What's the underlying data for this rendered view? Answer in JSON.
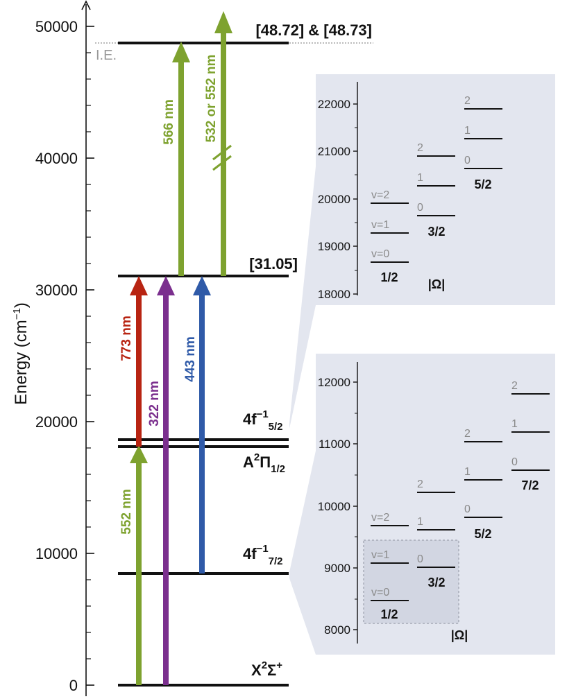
{
  "axis": {
    "title": "Energy (cm",
    "title_sup": "−1",
    "title_end": ")",
    "ticks": [
      "0",
      "10000",
      "20000",
      "30000",
      "40000",
      "50000"
    ]
  },
  "levels": {
    "ground": {
      "main": "X",
      "sup": "2",
      "sym": "Σ",
      "sup2": "+"
    },
    "f72": {
      "main": "4f",
      "sup": "−1",
      "sub": "7/2"
    },
    "a_pi": {
      "main": "A",
      "sup": "2",
      "sym": "Π",
      "sub": "1/2"
    },
    "f52": {
      "main": "4f",
      "sup": "−1",
      "sub": "5/2"
    },
    "mid": {
      "text": "[31.05]"
    },
    "top": {
      "text": "[48.72] & [48.73]"
    },
    "ie": {
      "text": "I.E."
    }
  },
  "arrows": {
    "a552": {
      "label": "552 nm",
      "color": "#7ea22f"
    },
    "a322": {
      "label": "322 nm",
      "color": "#7b2f8e"
    },
    "a773": {
      "label": "773 nm",
      "color": "#b82412"
    },
    "a443": {
      "label": "443 nm",
      "color": "#2f5aa8"
    },
    "a566": {
      "label": "566 nm",
      "color": "#7ea22f"
    },
    "a532": {
      "label": "532 or 552 nm",
      "color": "#7ea22f"
    }
  },
  "inset_top": {
    "ticks": [
      "18000",
      "19000",
      "20000",
      "21000",
      "22000"
    ],
    "columns": [
      {
        "omega": "1/2",
        "v": [
          "v=0",
          "v=1",
          "v=2"
        ]
      },
      {
        "omega": "3/2",
        "v": [
          "0",
          "1",
          "2"
        ]
      },
      {
        "omega": "5/2",
        "v": [
          "0",
          "1",
          "2"
        ]
      }
    ],
    "omega_label": "|Ω|"
  },
  "inset_bottom": {
    "ticks": [
      "8000",
      "9000",
      "10000",
      "11000",
      "12000"
    ],
    "columns": [
      {
        "omega": "1/2",
        "v": [
          "v=0",
          "v=1",
          "v=2"
        ]
      },
      {
        "omega": "3/2",
        "v": [
          "0",
          "1",
          "2"
        ]
      },
      {
        "omega": "5/2",
        "v": [
          "0",
          "1",
          "2"
        ]
      },
      {
        "omega": "7/2",
        "v": [
          "0",
          "1",
          "2"
        ]
      }
    ],
    "omega_label": "|Ω|"
  }
}
